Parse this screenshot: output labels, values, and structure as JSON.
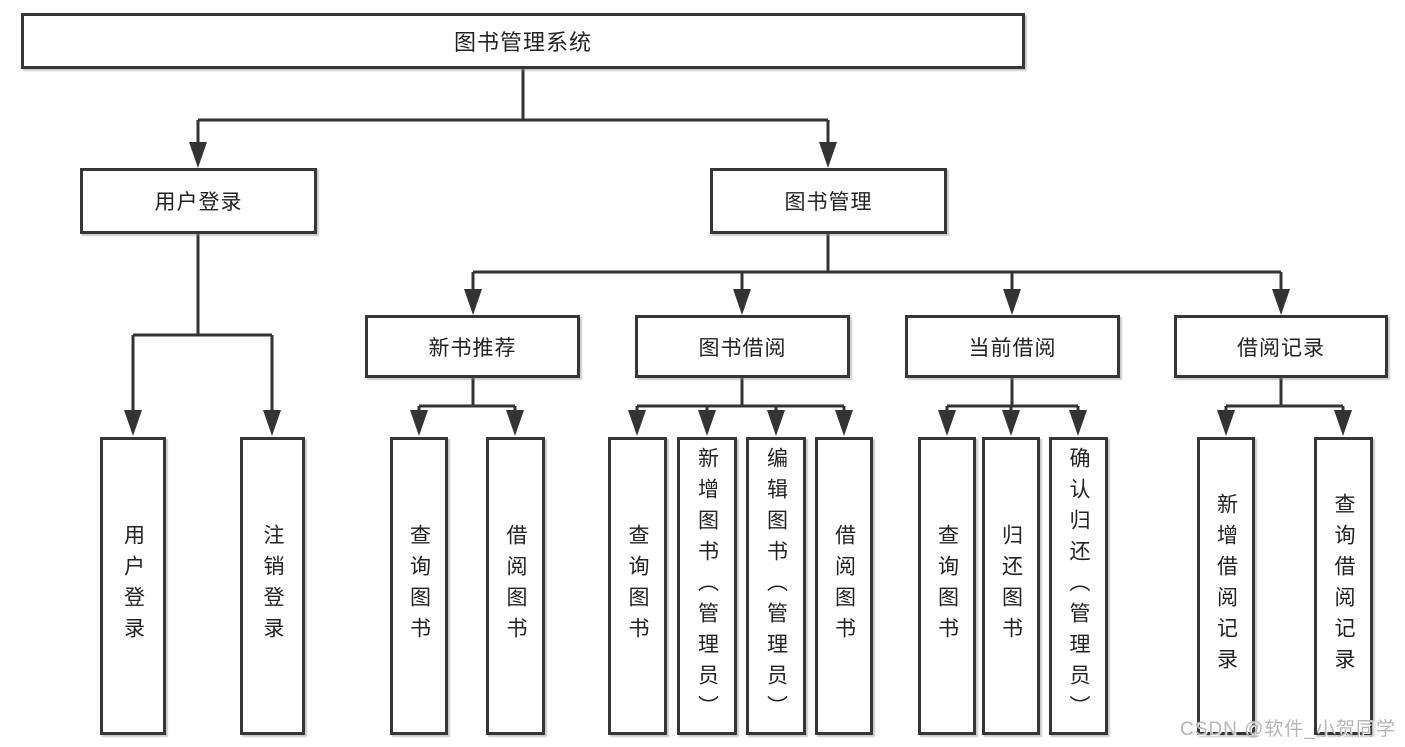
{
  "root": {
    "label": "图书管理系统"
  },
  "branches": {
    "user_login": {
      "label": "用户登录",
      "children": [
        "用户登录",
        "注销登录"
      ]
    },
    "book_mgmt": {
      "label": "图书管理",
      "sections": [
        {
          "label": "新书推荐",
          "children": [
            "查询图书",
            "借阅图书"
          ]
        },
        {
          "label": "图书借阅",
          "children": [
            "查询图书",
            "新增图书（管理员）",
            "编辑图书（管理员）",
            "借阅图书"
          ]
        },
        {
          "label": "当前借阅",
          "children": [
            "查询图书",
            "归还图书",
            "确认归还（管理员）"
          ]
        },
        {
          "label": "借阅记录",
          "children": [
            "新增借阅记录",
            "查询借阅记录"
          ]
        }
      ]
    }
  },
  "watermark": "CSDN @软件_小贺同学",
  "colors": {
    "line": "#333333",
    "border": "#363636",
    "text": "#222222",
    "watermark": "#b5b5b5",
    "background": "#ffffff"
  }
}
